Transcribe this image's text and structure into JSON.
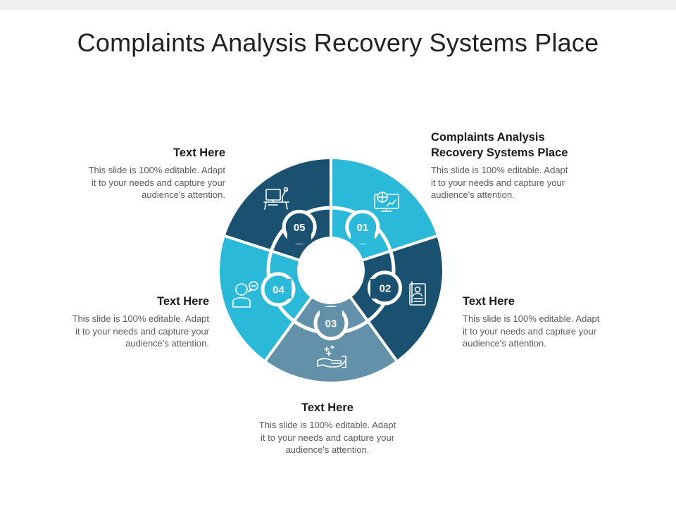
{
  "slide": {
    "title": "Complaints Analysis Recovery Systems Place"
  },
  "colors": {
    "dark_blue": "#1b5170",
    "cyan": "#2ab9d9",
    "slate": "#6291a9",
    "white": "#ffffff"
  },
  "segments": [
    {
      "number": "01",
      "icon": "analytics-screen-icon"
    },
    {
      "number": "02",
      "icon": "certificate-document-icon"
    },
    {
      "number": "03",
      "icon": "hand-sparkle-icon"
    },
    {
      "number": "04",
      "icon": "chat-user-icon"
    },
    {
      "number": "05",
      "icon": "computer-desk-icon"
    }
  ],
  "text_blocks": [
    {
      "heading_lines": [
        "Complaints Analysis",
        "Recovery Systems Place"
      ],
      "body_lines": [
        "This slide is 100% editable. Adapt",
        "it to your needs and capture your",
        "audience's attention."
      ]
    },
    {
      "heading_lines": [
        "Text Here"
      ],
      "body_lines": [
        "This slide is 100% editable. Adapt",
        "it to your needs and capture your",
        "audience's attention."
      ]
    },
    {
      "heading_lines": [
        "Text Here"
      ],
      "body_lines": [
        "This slide is 100% editable. Adapt",
        "it to your needs and capture your",
        "audience's attention."
      ]
    },
    {
      "heading_lines": [
        "Text Here"
      ],
      "body_lines": [
        "This slide is 100% editable. Adapt",
        "it to your needs and capture your",
        "audience's attention."
      ]
    },
    {
      "heading_lines": [
        "Text Here"
      ],
      "body_lines": [
        "This slide is 100% editable. Adapt",
        "it to your needs and capture your",
        "audience's attention."
      ]
    }
  ]
}
